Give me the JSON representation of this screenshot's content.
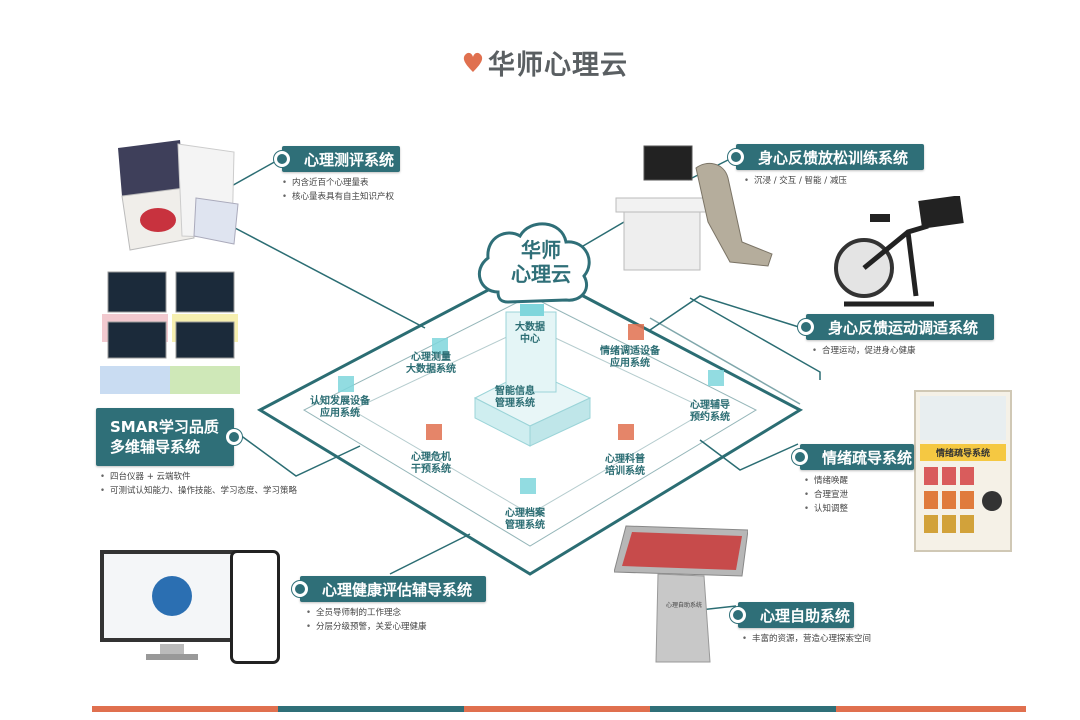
{
  "logo": {
    "text": "华师心理云",
    "icon": "heart-leaf-icon"
  },
  "center": {
    "cloud_text": "华师\n心理云",
    "hub_top": "大数据\n中心",
    "hub_bottom": "智能信息\n管理系统"
  },
  "nodes": [
    {
      "text": "心理测量\n大数据系统"
    },
    {
      "text": "情绪调适设备\n应用系统"
    },
    {
      "text": "认知发展设备\n应用系统"
    },
    {
      "text": "心理辅导\n预约系统"
    },
    {
      "text": "心理危机\n干预系统"
    },
    {
      "text": "心理科普\n培训系统"
    },
    {
      "text": "心理档案\n管理系统"
    }
  ],
  "systems": {
    "assessment": {
      "title": "心理测评系统",
      "bullets": [
        "内含近百个心理量表",
        "核心量表具有自主知识产权"
      ]
    },
    "relax": {
      "title": "身心反馈放松训练系统",
      "bullets": [
        "沉浸 / 交互 / 智能 / 减压"
      ]
    },
    "sport": {
      "title": "身心反馈运动调适系统",
      "bullets": [
        "合理运动，促进身心健康"
      ]
    },
    "smar": {
      "title_line1": "SMAR学习品质",
      "title_line2": "多维辅导系统",
      "bullets": [
        "四台仪器 + 云端软件",
        "可测试认知能力、操作技能、学习态度、学习策略"
      ]
    },
    "emotion": {
      "title": "情绪疏导系统",
      "bullets": [
        "情绪唤醒",
        "合理宣泄",
        "认知调整"
      ]
    },
    "health": {
      "title": "心理健康评估辅导系统",
      "bullets": [
        "全员导师制的工作理念",
        "分层分级预警，关爱心理健康"
      ]
    },
    "self": {
      "title": "心理自助系统",
      "bullets": [
        "丰富的资源，营造心理探索空间"
      ]
    }
  },
  "devices": {
    "emotion_screen_title": "情绪疏导系统",
    "kiosk_brand": "心理自助系统"
  },
  "colors": {
    "teal": "#2f6f78",
    "orange": "#e0704f",
    "ice": "#7fd6dc",
    "line": "#2b6d73"
  }
}
